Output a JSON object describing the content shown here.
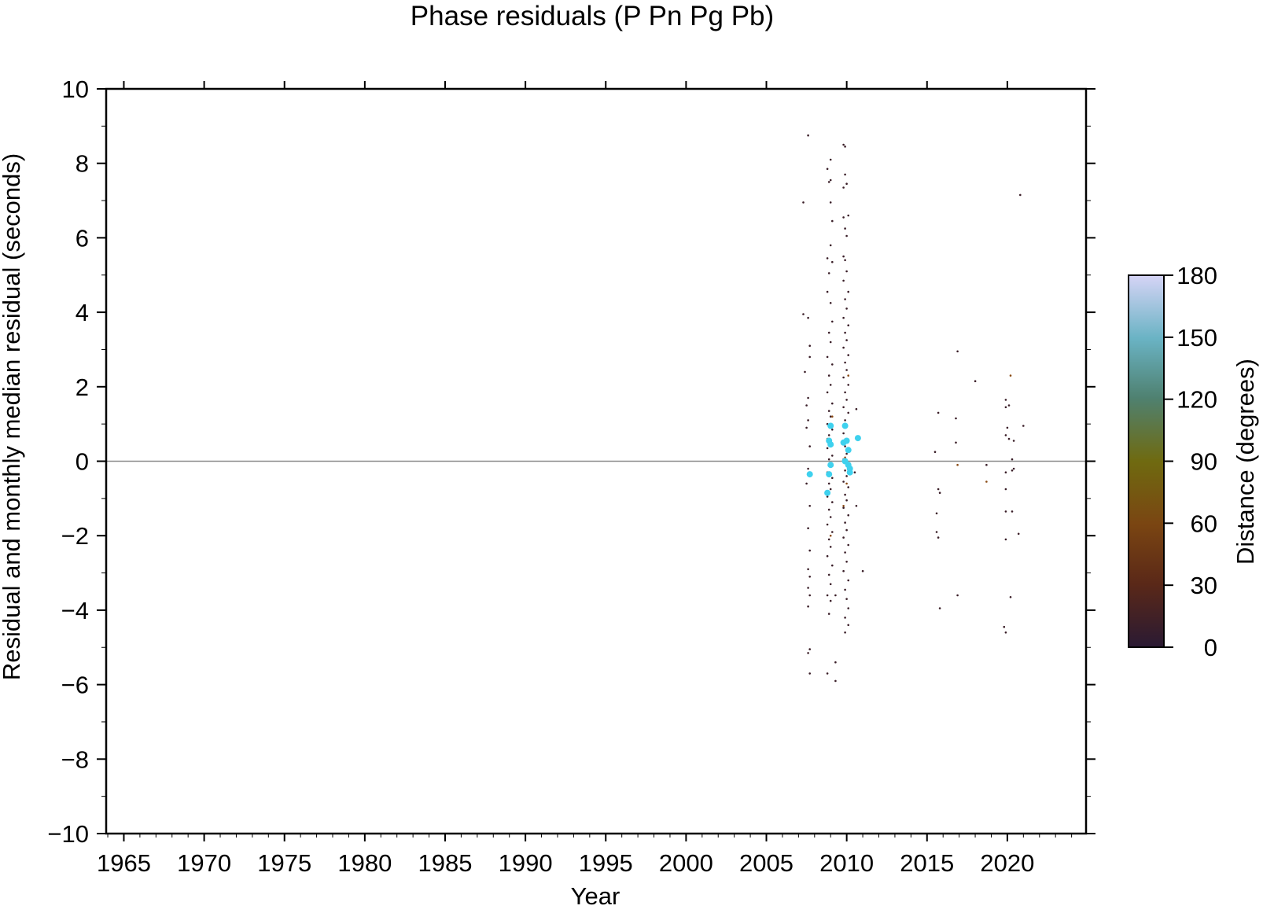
{
  "chart_data": {
    "type": "scatter",
    "title": "Phase residuals (P Pn Pg Pb)",
    "xlabel": "Year",
    "ylabel": "Residual and monthly median residual (seconds)",
    "xlim": [
      1963.9,
      2024.9
    ],
    "ylim": [
      -10,
      10
    ],
    "x_ticks": [
      "1965",
      "1970",
      "1975",
      "1980",
      "1985",
      "1990",
      "1995",
      "2000",
      "2005",
      "2010",
      "2015",
      "2020"
    ],
    "y_ticks": [
      "10",
      "8",
      "6",
      "4",
      "2",
      "0",
      "−2",
      "−4",
      "−6",
      "−8",
      "−10"
    ],
    "grid": false,
    "reference_line": 0,
    "colorbar": {
      "label": "Distance (degrees)",
      "range": [
        0,
        180
      ],
      "ticks": [
        "180",
        "150",
        "120",
        "90",
        "60",
        "30",
        "0"
      ],
      "colors": [
        "#2a1a33",
        "#5a2818",
        "#7a4512",
        "#6f6a10",
        "#4f8170",
        "#6ab3c4",
        "#d6d4f6"
      ]
    },
    "series": [
      {
        "style": "residual",
        "color": "#3a1e28",
        "points": [
          [
            2007.6,
            8.75
          ],
          [
            2007.3,
            6.95
          ],
          [
            2007.3,
            3.95
          ],
          [
            2007.6,
            3.85
          ],
          [
            2007.7,
            3.1
          ],
          [
            2007.7,
            2.8
          ],
          [
            2007.4,
            2.4
          ],
          [
            2007.6,
            1.7
          ],
          [
            2007.5,
            1.5
          ],
          [
            2007.6,
            1.1
          ],
          [
            2007.5,
            0.9
          ],
          [
            2007.7,
            0.4
          ],
          [
            2007.6,
            -0.2
          ],
          [
            2007.5,
            -0.6
          ],
          [
            2007.7,
            -1.2
          ],
          [
            2007.6,
            -1.8
          ],
          [
            2007.7,
            -2.4
          ],
          [
            2007.6,
            -2.9
          ],
          [
            2007.7,
            -3.1
          ],
          [
            2007.6,
            -3.4
          ],
          [
            2007.7,
            -3.6
          ],
          [
            2007.6,
            -3.9
          ],
          [
            2007.7,
            -5.05
          ],
          [
            2007.6,
            -5.15
          ],
          [
            2007.7,
            -5.7
          ],
          [
            2008.8,
            7.85
          ],
          [
            2008.9,
            7.5
          ],
          [
            2009.0,
            8.1
          ],
          [
            2009.0,
            7.55
          ],
          [
            2009.0,
            6.95
          ],
          [
            2009.1,
            6.45
          ],
          [
            2008.8,
            5.45
          ],
          [
            2009.0,
            5.8
          ],
          [
            2009.1,
            5.35
          ],
          [
            2008.9,
            5.05
          ],
          [
            2008.8,
            4.55
          ],
          [
            2009.0,
            4.25
          ],
          [
            2009.1,
            3.75
          ],
          [
            2008.9,
            3.45
          ],
          [
            2009.0,
            3.2
          ],
          [
            2008.8,
            2.8
          ],
          [
            2009.1,
            2.6
          ],
          [
            2008.9,
            2.3
          ],
          [
            2009.0,
            2.05
          ],
          [
            2008.8,
            1.85
          ],
          [
            2009.1,
            1.55
          ],
          [
            2008.9,
            1.35
          ],
          [
            2009.0,
            1.2
          ],
          [
            2008.8,
            1.0
          ],
          [
            2009.1,
            0.85
          ],
          [
            2008.9,
            0.7
          ],
          [
            2009.0,
            0.5
          ],
          [
            2008.8,
            0.35
          ],
          [
            2009.1,
            0.15
          ],
          [
            2008.9,
            0.05
          ],
          [
            2009.0,
            -0.15
          ],
          [
            2008.8,
            -0.3
          ],
          [
            2009.1,
            -0.45
          ],
          [
            2008.9,
            -0.6
          ],
          [
            2009.0,
            -0.75
          ],
          [
            2008.8,
            -0.95
          ],
          [
            2009.1,
            -1.1
          ],
          [
            2008.9,
            -1.3
          ],
          [
            2009.0,
            -1.5
          ],
          [
            2008.8,
            -1.7
          ],
          [
            2009.1,
            -1.9
          ],
          [
            2008.9,
            -2.1
          ],
          [
            2009.0,
            -2.3
          ],
          [
            2008.8,
            -2.55
          ],
          [
            2009.1,
            -2.8
          ],
          [
            2008.9,
            -3.05
          ],
          [
            2009.0,
            -3.3
          ],
          [
            2008.8,
            -3.6
          ],
          [
            2009.0,
            -3.75
          ],
          [
            2008.9,
            -4.1
          ],
          [
            2009.3,
            -3.6
          ],
          [
            2008.8,
            -5.7
          ],
          [
            2009.3,
            -5.4
          ],
          [
            2009.3,
            -5.9
          ],
          [
            2009.8,
            8.5
          ],
          [
            2009.9,
            8.45
          ],
          [
            2009.9,
            7.7
          ],
          [
            2010.0,
            7.45
          ],
          [
            2009.8,
            7.35
          ],
          [
            2009.8,
            6.55
          ],
          [
            2010.1,
            6.6
          ],
          [
            2009.9,
            6.25
          ],
          [
            2010.0,
            6.05
          ],
          [
            2009.8,
            5.5
          ],
          [
            2009.9,
            5.4
          ],
          [
            2010.0,
            5.1
          ],
          [
            2009.8,
            4.85
          ],
          [
            2010.1,
            4.55
          ],
          [
            2009.9,
            4.35
          ],
          [
            2010.0,
            4.1
          ],
          [
            2009.8,
            3.85
          ],
          [
            2010.1,
            3.65
          ],
          [
            2009.9,
            3.45
          ],
          [
            2010.0,
            3.25
          ],
          [
            2009.8,
            3.05
          ],
          [
            2010.1,
            2.85
          ],
          [
            2009.9,
            2.65
          ],
          [
            2010.0,
            2.45
          ],
          [
            2009.8,
            2.25
          ],
          [
            2010.1,
            2.05
          ],
          [
            2009.9,
            1.85
          ],
          [
            2010.0,
            1.65
          ],
          [
            2009.8,
            1.45
          ],
          [
            2010.1,
            1.3
          ],
          [
            2009.9,
            1.1
          ],
          [
            2010.0,
            0.95
          ],
          [
            2009.8,
            0.75
          ],
          [
            2010.1,
            0.55
          ],
          [
            2009.9,
            0.4
          ],
          [
            2010.0,
            0.2
          ],
          [
            2009.8,
            0.05
          ],
          [
            2010.1,
            -0.1
          ],
          [
            2009.9,
            -0.25
          ],
          [
            2010.0,
            -0.4
          ],
          [
            2009.8,
            -0.55
          ],
          [
            2010.1,
            -0.7
          ],
          [
            2009.9,
            -0.9
          ],
          [
            2010.0,
            -1.05
          ],
          [
            2009.8,
            -1.25
          ],
          [
            2010.1,
            -1.45
          ],
          [
            2009.9,
            -1.65
          ],
          [
            2010.0,
            -1.85
          ],
          [
            2009.8,
            -2.05
          ],
          [
            2010.1,
            -2.25
          ],
          [
            2009.9,
            -2.45
          ],
          [
            2010.0,
            -2.7
          ],
          [
            2009.8,
            -2.95
          ],
          [
            2010.1,
            -3.2
          ],
          [
            2009.9,
            -3.45
          ],
          [
            2010.0,
            -3.7
          ],
          [
            2010.1,
            -3.95
          ],
          [
            2009.9,
            -4.2
          ],
          [
            2010.1,
            -4.4
          ],
          [
            2009.9,
            -4.6
          ],
          [
            2010.6,
            1.4
          ],
          [
            2010.5,
            -0.3
          ],
          [
            2010.6,
            -1.2
          ],
          [
            2011.0,
            -2.95
          ],
          [
            2015.5,
            0.25
          ],
          [
            2015.7,
            1.3
          ],
          [
            2015.7,
            -0.75
          ],
          [
            2015.8,
            -0.85
          ],
          [
            2015.6,
            -1.4
          ],
          [
            2015.6,
            -1.9
          ],
          [
            2015.7,
            -2.05
          ],
          [
            2015.8,
            -3.95
          ],
          [
            2016.9,
            2.95
          ],
          [
            2016.8,
            1.15
          ],
          [
            2016.8,
            0.5
          ],
          [
            2016.9,
            -3.6
          ],
          [
            2018.0,
            2.15
          ],
          [
            2018.7,
            -0.1
          ],
          [
            2019.9,
            1.65
          ],
          [
            2020.1,
            1.5
          ],
          [
            2019.9,
            1.45
          ],
          [
            2020.0,
            0.9
          ],
          [
            2019.9,
            0.7
          ],
          [
            2020.1,
            0.6
          ],
          [
            2020.4,
            0.55
          ],
          [
            2020.3,
            0.05
          ],
          [
            2020.4,
            -0.2
          ],
          [
            2020.3,
            -0.25
          ],
          [
            2019.9,
            -0.3
          ],
          [
            2019.9,
            -0.75
          ],
          [
            2019.9,
            -1.35
          ],
          [
            2020.3,
            -1.35
          ],
          [
            2019.9,
            -2.1
          ],
          [
            2020.2,
            -3.65
          ],
          [
            2019.8,
            -4.45
          ],
          [
            2019.9,
            -4.6
          ],
          [
            2020.7,
            -1.95
          ],
          [
            2021.0,
            0.95
          ],
          [
            2020.8,
            7.15
          ]
        ]
      },
      {
        "style": "residual",
        "color": "#8a4a14",
        "points": [
          [
            2009.1,
            1.2
          ],
          [
            2010.1,
            2.3
          ],
          [
            2009.9,
            0.1
          ],
          [
            2010.0,
            -0.6
          ],
          [
            2009.8,
            -1.2
          ],
          [
            2016.9,
            -0.1
          ],
          [
            2018.7,
            -0.55
          ],
          [
            2020.2,
            2.3
          ],
          [
            2008.8,
            0.6
          ],
          [
            2009.0,
            -2.0
          ]
        ]
      },
      {
        "style": "monthly_median",
        "color": "#3fd1ee",
        "points": [
          [
            2007.7,
            -0.35
          ],
          [
            2008.8,
            -0.85
          ],
          [
            2008.9,
            -0.35
          ],
          [
            2009.0,
            0.95
          ],
          [
            2008.9,
            0.55
          ],
          [
            2009.0,
            0.45
          ],
          [
            2009.0,
            -0.1
          ],
          [
            2009.9,
            0.95
          ],
          [
            2009.8,
            0.5
          ],
          [
            2010.0,
            0.55
          ],
          [
            2010.1,
            0.3
          ],
          [
            2009.9,
            0.0
          ],
          [
            2010.1,
            -0.1
          ],
          [
            2010.2,
            -0.2
          ],
          [
            2010.2,
            -0.3
          ],
          [
            2010.7,
            0.62
          ]
        ]
      }
    ]
  }
}
